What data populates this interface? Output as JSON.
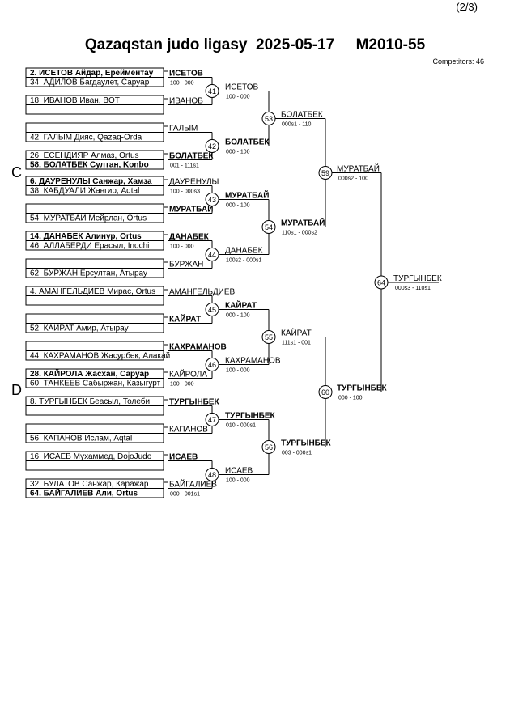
{
  "header": {
    "page_number": "(2/3)",
    "title": "Qazaqstan judo ligasy  2025-05-17     M2010-55",
    "competitors": "Competitors: 46"
  },
  "sections": [
    "C",
    "D"
  ],
  "competitors": [
    {
      "text": "2. ИСЕТОВ Айдар, Ерейментау",
      "bold": true
    },
    {
      "text": "34. АДИЛОВ Багдаулет, Саруар",
      "bold": false
    },
    {
      "text": "18. ИВАНОВ Иван, BOT",
      "bold": false
    },
    {
      "text": "",
      "bold": false
    },
    {
      "text": "",
      "bold": false
    },
    {
      "text": "42. ГАЛЫМ Дияс, Qazaq-Orda",
      "bold": false
    },
    {
      "text": "26. ЕСЕНДИЯР Алмаз, Ortus",
      "bold": false
    },
    {
      "text": "58. БОЛАТБЕК Султан, Konbo",
      "bold": true
    },
    {
      "text": "6. ДАУРЕНУЛЫ Санжар, Хамза",
      "bold": true
    },
    {
      "text": "38. КАБДУАЛИ Жангир, Aqtal",
      "bold": false
    },
    {
      "text": "",
      "bold": false
    },
    {
      "text": "54. МУРАТБАЙ Мейрлан, Ortus",
      "bold": false
    },
    {
      "text": "14. ДАНАБЕК Алинур, Ortus",
      "bold": true
    },
    {
      "text": "46. АЛЛАБЕРДИ Ерасыл, Inochi",
      "bold": false
    },
    {
      "text": "",
      "bold": false
    },
    {
      "text": "62. БУРЖАН Ерсултан, Атырау",
      "bold": false
    },
    {
      "text": "4. АМАНГЕЛЬДИЕВ Мирас, Ortus",
      "bold": false
    },
    {
      "text": "",
      "bold": false
    },
    {
      "text": "",
      "bold": false
    },
    {
      "text": "52. КАЙРАТ Амир, Атырау",
      "bold": false
    },
    {
      "text": "",
      "bold": false
    },
    {
      "text": "44. КАХРАМАНОВ Жасурбек, Алакай",
      "bold": false
    },
    {
      "text": "28. КАЙРОЛА Жасхан, Саруар",
      "bold": true
    },
    {
      "text": "60. ТАНКЕЕВ Сабыржан, Казыгурт",
      "bold": false
    },
    {
      "text": "8. ТУРГЫНБЕК Беасыл, Толеби",
      "bold": false
    },
    {
      "text": "",
      "bold": false
    },
    {
      "text": "",
      "bold": false
    },
    {
      "text": "56. КАПАНОВ Ислам, Aqtal",
      "bold": false
    },
    {
      "text": "16. ИСАЕВ Мухаммед, DojoJudo",
      "bold": false
    },
    {
      "text": "",
      "bold": false
    },
    {
      "text": "32. БУЛАТОВ Санжар, Каражар",
      "bold": false
    },
    {
      "text": "64. БАЙГАЛИЕВ Али, Ortus",
      "bold": true
    }
  ],
  "round1_entries": [
    {
      "name": "ИСЕТОВ",
      "bold": true,
      "score": "100 - 000"
    },
    {
      "name": "ИВАНОВ",
      "bold": false,
      "score": ""
    },
    {
      "name": "ГАЛЫМ",
      "bold": false,
      "score": ""
    },
    {
      "name": "БОЛАТБЕК",
      "bold": true,
      "score": "001 - 111s1"
    },
    {
      "name": "ДАУРЕНУЛЫ",
      "bold": false,
      "score": "100 - 000s3"
    },
    {
      "name": "МУРАТБАЙ",
      "bold": true,
      "score": ""
    },
    {
      "name": "ДАНАБЕК",
      "bold": true,
      "score": "100 - 000"
    },
    {
      "name": "БУРЖАН",
      "bold": false,
      "score": ""
    },
    {
      "name": "АМАНГЕЛЬДИЕВ",
      "bold": false,
      "score": ""
    },
    {
      "name": "КАЙРАТ",
      "bold": true,
      "score": ""
    },
    {
      "name": "КАХРАМАНОВ",
      "bold": true,
      "score": ""
    },
    {
      "name": "КАЙРОЛА",
      "bold": false,
      "score": "100 - 000"
    },
    {
      "name": "ТУРГЫНБЕК",
      "bold": true,
      "score": ""
    },
    {
      "name": "КАПАНОВ",
      "bold": false,
      "score": ""
    },
    {
      "name": "ИСАЕВ",
      "bold": true,
      "score": ""
    },
    {
      "name": "БАЙГАЛИЕВ",
      "bold": false,
      "score": "000 - 001s1"
    }
  ],
  "round2_entries": [
    {
      "name": "ИСЕТОВ",
      "bold": false,
      "score": "100 - 000",
      "contest": "41"
    },
    {
      "name": "БОЛАТБЕК",
      "bold": true,
      "score": "000 - 100",
      "contest": "42"
    },
    {
      "name": "МУРАТБАЙ",
      "bold": true,
      "score": "000 - 100",
      "contest": "43"
    },
    {
      "name": "ДАНАБЕК",
      "bold": false,
      "score": "100s2 - 000s1",
      "contest": "44"
    },
    {
      "name": "КАЙРАТ",
      "bold": true,
      "score": "000 - 100",
      "contest": "45"
    },
    {
      "name": "КАХРАМАНОВ",
      "bold": false,
      "score": "100 - 000",
      "contest": "46"
    },
    {
      "name": "ТУРГЫНБЕК",
      "bold": true,
      "score": "010 - 000s1",
      "contest": "47"
    },
    {
      "name": "ИСАЕВ",
      "bold": false,
      "score": "100 - 000",
      "contest": "48"
    }
  ],
  "round3_entries": [
    {
      "name": "БОЛАТБЕК",
      "bold": false,
      "score": "000s1 - 110",
      "contest": "53"
    },
    {
      "name": "МУРАТБАЙ",
      "bold": true,
      "score": "110s1 - 000s2",
      "contest": "54"
    },
    {
      "name": "КАЙРАТ",
      "bold": false,
      "score": "111s1 - 001",
      "contest": "55"
    },
    {
      "name": "ТУРГЫНБЕК",
      "bold": true,
      "score": "003 - 000s1",
      "contest": "56"
    }
  ],
  "round4_entries": [
    {
      "name": "МУРАТБАЙ",
      "bold": false,
      "score": "000s2 - 100",
      "contest": "59"
    },
    {
      "name": "ТУРГЫНБЕК",
      "bold": true,
      "score": "000 - 100",
      "contest": "60"
    }
  ],
  "final_entry": {
    "name": "ТУРГЫНБЕК",
    "bold": false,
    "score": "000s3 - 110s1",
    "contest": "64"
  }
}
